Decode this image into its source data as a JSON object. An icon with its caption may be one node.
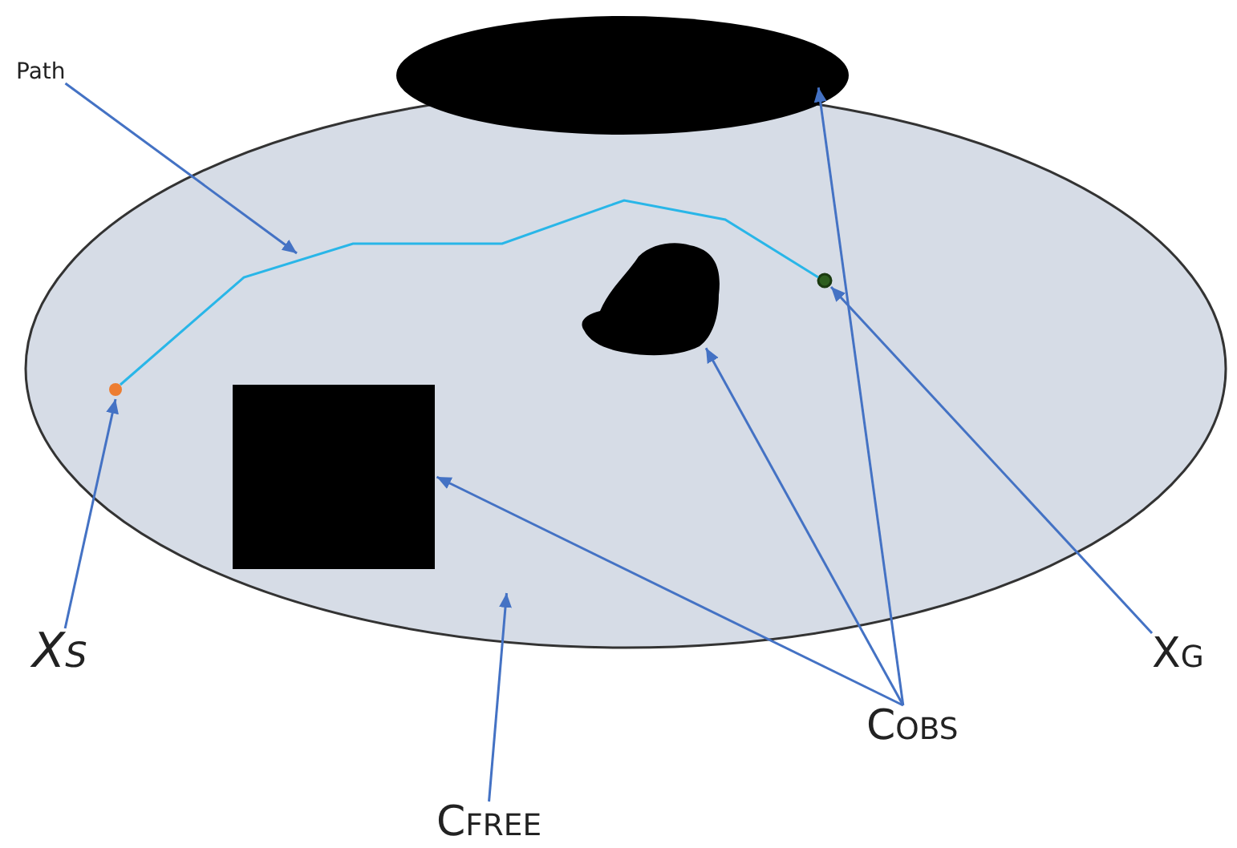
{
  "diagram": {
    "nodes": [
      {
        "text": [],
        "shape": "ellipse"
      },
      {
        "text": [],
        "shape": "ellipse"
      },
      {
        "text": [],
        "shape": "blob",
        "in": 0
      },
      {
        "text": [],
        "shape": "box",
        "in": 0
      },
      {
        "text": [],
        "shape": "circle",
        "in": 0
      },
      {
        "text": [],
        "shape": "circle",
        "in": 0
      },
      {
        "text": [
          "Path"
        ]
      },
      {
        "text": [
          "X$_{S}$"
        ]
      },
      {
        "text": [
          "X$_{G}$"
        ]
      },
      {
        "text": [
          "C$_{FREE}$"
        ]
      },
      {
        "text": [
          "C$_{OBS}$"
        ]
      }
    ],
    "edges": [
      {
        "from": 4,
        "to": 5,
        "arrow": "none",
        "color": "#29b6e8"
      },
      {
        "from": 6,
        "to": null,
        "arrow": "to"
      },
      {
        "from": 7,
        "to": 4,
        "arrow": "to"
      },
      {
        "from": 8,
        "to": 5,
        "arrow": "to"
      },
      {
        "from": 9,
        "to": 0,
        "arrow": "to"
      },
      {
        "from": 10,
        "to": 3,
        "arrow": "to"
      },
      {
        "from": 10,
        "to": 2,
        "arrow": "to"
      },
      {
        "from": 10,
        "to": 1,
        "arrow": "to"
      }
    ]
  }
}
